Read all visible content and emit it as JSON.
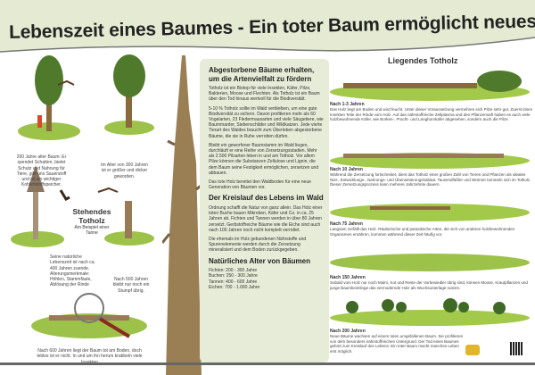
{
  "header": {
    "title": "Lebenszeit eines Baumes - Ein toter Baum ermöglicht neues Leben"
  },
  "left": {
    "tree200": "200 Jahre alter Baum: Er spendet Schatten, bietet Schutz und Nahrung für Tiere, gibt uns Sauerstoff und ist ein wichtiger Kohlenstoffspeicher.",
    "tree300": "Im Alter von 300 Jahren ist er größer und dicker geworden.",
    "standing_title": "Stehendes Totholz",
    "standing_sub": "Am Beispiel einer Tanne",
    "tree400": "Seine natürliche Lebenszeit ist nach ca. 400 Jahren zuende. Alterungsmerkmale: Höhlen, Stammfäule, Ablösung der Rinde",
    "tree500": "Nach 500 Jahren bleibt nur noch ein Stumpf übrig.",
    "tree600": "Nach 600 Jahren liegt der Baum tot am Boden, doch leblos ist er nicht. In und um ihn herum krabbeln viele Insekten"
  },
  "panel": {
    "h1": "Abgestorbene Bäume erhalten, um die Artenvielfalt zu fördern",
    "p1": "Totholz ist ein Biotop für viele Insekten, Käfer, Pilze, Bakterien, Moose und Flechten. Als Totholz ist ein Baum über den Tod hinaus wertvoll für die Biodiversität.",
    "p2": "5-10 % Totholz sollte im Wald verbleiben, um eine gute Biodiversität zu sichern. Davon profitieren mehr als 60 Vogelarten, 23 Fledermausarten und viele Säugetiere, wie Baummarder, Siebenschläfer und Wildkatzen. Jede vierte Tierart des Waldes braucht zum Überleben abgestorbene Bäume, die sie in Ruhe verrotten dürfen.",
    "p3": "Bleibt ein geworfener Baumstamm im Wald liegen, durchläuft er eine Reihe von Zersetzungsstadien. Mehr als 2.500 Pilzarten leben in und am Totholz. Vor allem Pilze können die Substanzen Zellulose und Lignin, die dem Baum seine Festigkeit ermöglichen, zersetzen und abbauen.",
    "p4": "Das tote Holz bereitet den Waldboden für eine neue Generation von Bäumen vor.",
    "h2": "Der Kreislauf des Lebens im Wald",
    "p5": "Ordnung schafft die Natur von ganz allein. Das Holz einer toten Buche bauen Mikroben, Käfer und Co. in ca. 25 Jahren ab. Fichten und Tannen werden in über 80 Jahren zersetzt. Gerbstoffreiche Bäume wie die Eiche sind auch nach 100 Jahren noch nicht komplett verrottet.",
    "p6": "Die ehemals im Holz gebundenen Nährstoffe und Spurenelemente werden durch die Zersetzung mineralisiert und dem Boden zurückgegeben.",
    "h3": "Natürliches Alter von Bäumen",
    "ages": [
      "Fichten:  200 - 300 Jahre",
      "Buchen:  250 - 300 Jahre",
      "Tannen:  400 - 600 Jahre",
      "Eichen:   700 - 1.000 Jahre"
    ]
  },
  "right": {
    "title": "Liegendes Totholz",
    "stages": [
      {
        "h": "Nach 1-3 Jahren",
        "t": "Das Holz liegt am Boden und wird feucht. Unter dieser Voraussetzung vermehren sich Pilze sehr gut. Zuerst lösen Insekten Teile der Rinde vom Holz. Auf das nährstoffreiche Zellplasma und den Pflanzensaft haben es auch viele holzbewohnende Käfer, wie Borken-, Pracht- und Langhornkäfer abgesehen, sondern auch die Pilze."
      },
      {
        "h": "Nach 10 Jahren",
        "t": "Während die Zersetzung fortschreitet, dient das Totholz einer großen Zahl von Tieren und Pflanzen als ideales Nist-, Entwicklungs-, Nahrungs- und Überwinterungshabitat. Tausendfüßler und Würmer tummeln sich im Totholz. Dieser Zersetzungsprozess kann mehrere Jahrzehnte dauern."
      },
      {
        "h": "Nach 75 Jahren",
        "t": "Langsam zerfällt das Holz. Räuberische und parasitische Arten, die sich von anderen holzbewohnenden Organismen ernähren, kommen während dieser Zeit häufig vor."
      },
      {
        "h": "Nach 150 Jahren",
        "t": "Sobald vom Holz nur noch Mulm, Kot und Reste der Vorbesiedler übrig sind, können Moose, Krautpflanzen und junge Baumkeimlinge das vermodernde Holz als Wuchsunterlage nutzen."
      },
      {
        "h": "Nach 200 Jahren",
        "t": "Neue Bäume wachsen auf einem toten umgefallenen Baum. Sie profitieren von dem besonders nährstoffreichen Untergrund. Der Tod eines Baumes gehört zum Kreislauf des Lebens: Ein toter Baum macht manches Leben erst möglich."
      }
    ]
  },
  "colors": {
    "header_bg": "#e5ebd3",
    "panel_bg": "#e7ecd8",
    "grass": "#8fb83a",
    "wood": "#8a6a3c"
  }
}
